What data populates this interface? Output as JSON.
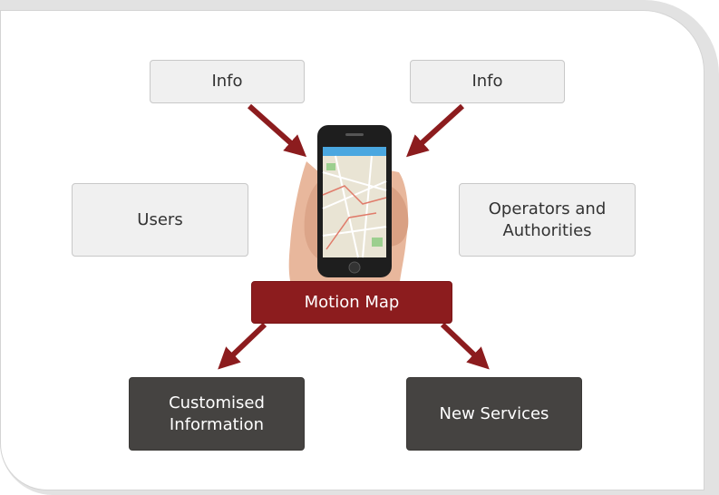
{
  "diagram": {
    "info_left": "Info",
    "info_right": "Info",
    "users": "Users",
    "operators_line1": "Operators and",
    "operators_line2": "Authorities",
    "center": "Motion Map",
    "customised_line1": "Customised",
    "customised_line2": "Information",
    "new_services": "New Services"
  },
  "colors": {
    "accent": "#8c1c1e",
    "dark_box": "#454341",
    "light_box": "#f0f0f0"
  },
  "icons": {
    "phone": "smartphone-in-hand-icon"
  }
}
